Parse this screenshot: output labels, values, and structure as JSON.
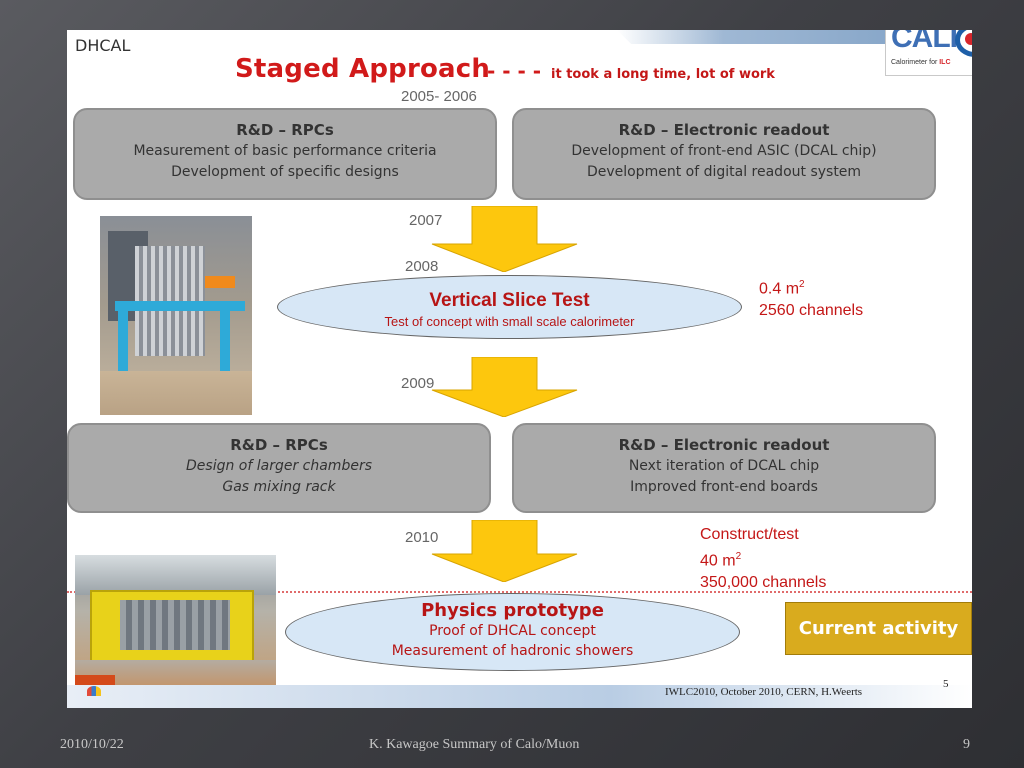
{
  "slide": {
    "section_label": "DHCAL",
    "title": "Staged Approach",
    "title_dash": "- - - -",
    "subtitle": "it took a long time, lot of work",
    "logo": {
      "text": "CALI",
      "tagline_prefix": "Calorimeter for ",
      "tagline_accent": "ILC"
    },
    "years": {
      "y1": "2005- 2006",
      "y2": "2007",
      "y3": "2008",
      "y4": "2009",
      "y5": "2010"
    },
    "box_rpc_1": {
      "heading": "R&D – RPCs",
      "line1": "Measurement of basic performance criteria",
      "line2": "Development of specific designs"
    },
    "box_elec_1": {
      "heading": "R&D – Electronic readout",
      "line1": "Development of front-end ASIC (DCAL chip)",
      "line2": "Development of digital readout system"
    },
    "vst": {
      "title": "Vertical Slice Test",
      "desc": "Test of concept with small scale calorimeter"
    },
    "vst_note": {
      "area_num": "0.4 m",
      "area_exp": "2",
      "channels": "2560 channels"
    },
    "box_rpc_2": {
      "heading": "R&D – RPCs",
      "line1": "Design of larger chambers",
      "line2": "Gas mixing rack"
    },
    "box_elec_2": {
      "heading": "R&D – Electronic readout",
      "line1": "Next iteration of DCAL chip",
      "line2": "Improved front-end boards"
    },
    "phys_note": {
      "line1": "Construct/test",
      "area_num": "40 m",
      "area_exp": "2",
      "channels": "350,000 channels"
    },
    "phys": {
      "title": "Physics prototype",
      "line1": "Proof of DHCAL concept",
      "line2": "Measurement of hadronic showers"
    },
    "current_activity": "Current activity",
    "footer": "IWLC2010,  October 2010, CERN,  H.Weerts",
    "slide_number": "5"
  },
  "outer_footer": {
    "date": "2010/10/22",
    "author": "K. Kawagoe Summary of Calo/Muon",
    "page": "9"
  },
  "colors": {
    "title_red": "#d11a1a",
    "box_gray": "#aaaaaa",
    "arrow_yellow": "#fdc70d",
    "ellipse_blue": "#d7e7f6",
    "current_gold": "#d9ab1e"
  }
}
